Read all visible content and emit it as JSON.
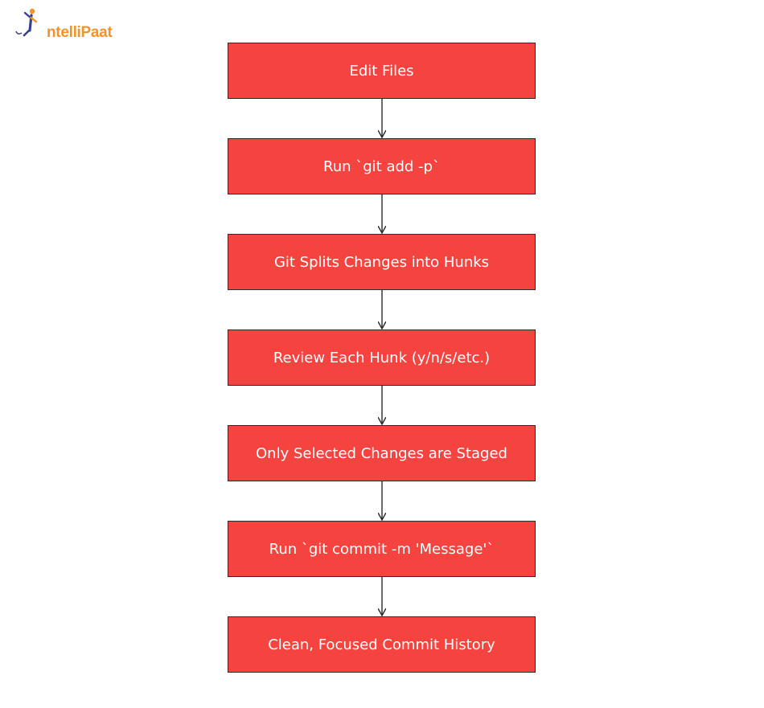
{
  "logo": {
    "text": "ntelliPaat",
    "brand_color": "#f0932b",
    "figure_color": "#3a3f8f",
    "icon": "intellipaat-figure-logo-icon"
  },
  "flow": {
    "box_color": "#f5433f",
    "text_color": "#ffffff",
    "border_color": "#2b2b2b",
    "steps": [
      "Edit Files",
      "Run `git add -p`",
      "Git Splits Changes into Hunks",
      "Review Each Hunk (y/n/s/etc.)",
      "Only Selected Changes are Staged",
      "Run `git commit -m 'Message'`",
      "Clean, Focused Commit History"
    ]
  }
}
